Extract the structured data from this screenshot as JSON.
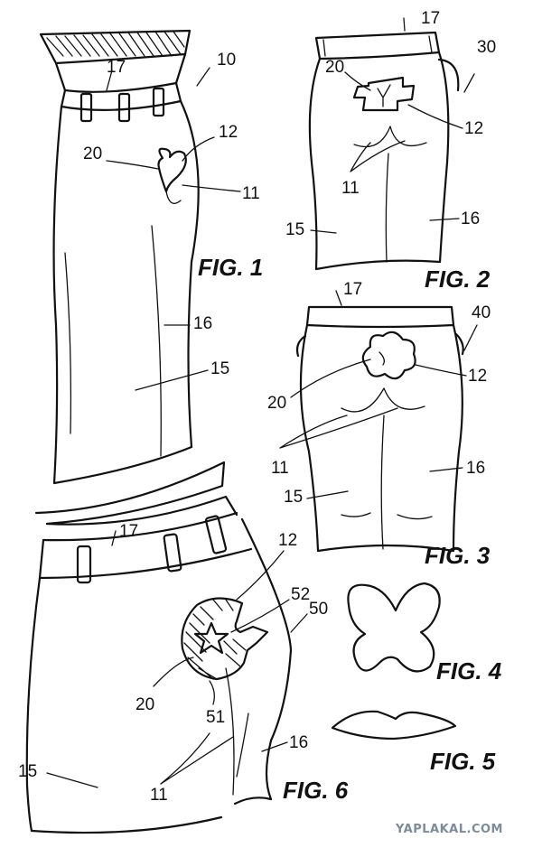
{
  "figures": [
    {
      "id": "fig1",
      "caption": "FIG. 1",
      "labels": [
        "10",
        "17",
        "12",
        "20",
        "11",
        "16",
        "15"
      ]
    },
    {
      "id": "fig2",
      "caption": "FIG. 2",
      "labels": [
        "17",
        "30",
        "20",
        "12",
        "11",
        "15",
        "16"
      ]
    },
    {
      "id": "fig3",
      "caption": "FIG. 3",
      "labels": [
        "17",
        "40",
        "12",
        "20",
        "11",
        "15",
        "16"
      ]
    },
    {
      "id": "fig4",
      "caption": "FIG. 4",
      "labels": []
    },
    {
      "id": "fig5",
      "caption": "FIG. 5",
      "labels": []
    },
    {
      "id": "fig6",
      "caption": "FIG. 6",
      "labels": [
        "17",
        "12",
        "52",
        "50",
        "20",
        "51",
        "11",
        "16",
        "15"
      ]
    }
  ],
  "watermark": "YAPLAKAL.COM",
  "colors": {
    "ink": "#111111",
    "paper": "#ffffff",
    "watermark": "#7d8b9a"
  }
}
